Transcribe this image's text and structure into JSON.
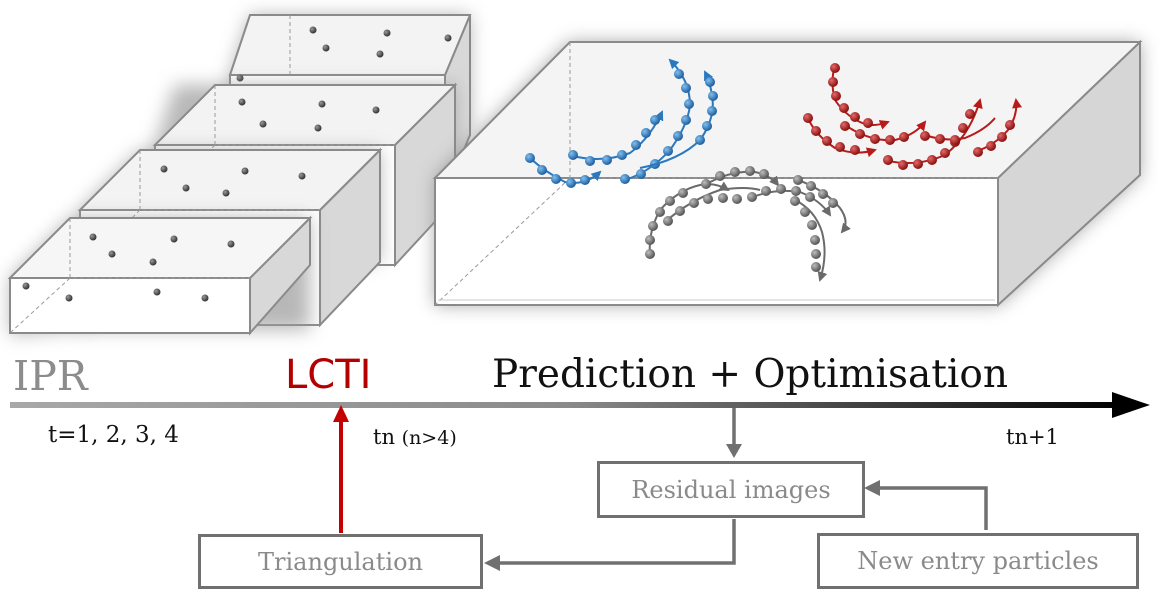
{
  "timeline": {
    "phase_ipr": "IPR",
    "phase_lcti": "LCTI",
    "phase_pred": "Prediction + Optimisation",
    "t_first": "t=1, 2, 3, 4",
    "t_n": "tn",
    "t_n_cond": "(n>4)",
    "t_n1": "tn+1"
  },
  "boxes": {
    "residual": "Residual images",
    "triangulation": "Triangulation",
    "new_entry": "New entry particles"
  },
  "colors": {
    "ipr": "#8c8c8c",
    "lcti": "#b30000",
    "pred": "#111111",
    "blue_track": "#2a78c0",
    "red_track": "#b81a1a",
    "gray_track": "#7a7a7a",
    "flow": "#707070"
  }
}
